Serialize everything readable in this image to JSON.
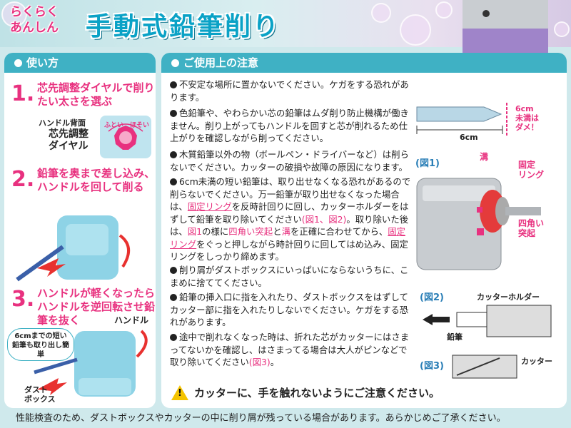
{
  "header": {
    "brand_line1": "らくらく",
    "brand_line2": "あんしん",
    "title": "手動式鉛筆削り"
  },
  "left": {
    "heading": "使い方",
    "steps": [
      {
        "num": "1.",
        "text": "芯先調整ダイヤルで削りたい太さを選ぶ"
      },
      {
        "num": "2.",
        "text": "鉛筆を奥まで差し込み、ハンドルを回して削る"
      },
      {
        "num": "3.",
        "text": "ハンドルが軽くなったらハンドルを逆回転させ鉛筆を抜く"
      }
    ],
    "dial_caption_small": "ハンドル背面",
    "dial_caption_line1": "芯先調整",
    "dial_caption_line2": "ダイヤル",
    "dial_thick": "ふとい",
    "dial_thin": "ほそい",
    "handle_label": "ハンドル",
    "bubble_text": "6cmまでの短い鉛筆も取り出し簡単",
    "dust_line1": "ダスト",
    "dust_line2": "ボックス"
  },
  "right": {
    "heading": "ご使用上の注意",
    "notices": [
      {
        "id": "n1",
        "parts": [
          {
            "t": "不安定な場所に置かないでください。ケガをする恐れがあります。"
          }
        ]
      },
      {
        "id": "n2",
        "parts": [
          {
            "t": "色鉛筆や、やわらかい芯の鉛筆はムダ削り防止機構が働きません。削り上がってもハンドルを回すと芯が削れるため仕上がりを確認しながら削ってください。"
          }
        ]
      },
      {
        "id": "n3",
        "parts": [
          {
            "t": "木質鉛筆以外の物（ボールペン・ドライバーなど）は削らないでください。カッターの破損や故障の原因になります。"
          }
        ]
      },
      {
        "id": "n4",
        "parts": [
          {
            "t": "6cm未満の短い鉛筆は、取り出せなくなる恐れがあるので削らないでください。万一鉛筆が取り出せなくなった場合は、"
          },
          {
            "t": "固定リング",
            "c": "hl-redu"
          },
          {
            "t": "を反時計回りに回し、カッターホルダーをはずして鉛筆を取り除いてください"
          },
          {
            "t": "(図1、図2)",
            "c": "hl-red"
          },
          {
            "t": "。取り除いた後は、"
          },
          {
            "t": "図1",
            "c": "hl-red"
          },
          {
            "t": "の様に"
          },
          {
            "t": "四角い突起",
            "c": "hl-red"
          },
          {
            "t": "と"
          },
          {
            "t": "溝",
            "c": "hl-red"
          },
          {
            "t": "を正確に合わせてから、"
          },
          {
            "t": "固定リング",
            "c": "hl-redu"
          },
          {
            "t": "をぐっと押しながら時計回りに回してはめ込み、固定リングをしっかり締めます。"
          }
        ]
      },
      {
        "id": "n5",
        "parts": [
          {
            "t": "削り屑がダストボックスにいっぱいにならないうちに、こまめに捨ててください。"
          }
        ]
      },
      {
        "id": "n6",
        "parts": [
          {
            "t": "鉛筆の挿入口に指を入れたり、ダストボックスをはずしてカッター部に指を入れたりしないでください。ケガをする恐れがあります。"
          }
        ]
      },
      {
        "id": "n7",
        "parts": [
          {
            "t": "途中で削れなくなった時は、折れた芯がカッターにはさまってないかを確認し、はさまってる場合は大人がピンなどで取り除いてください"
          },
          {
            "t": "(図3)",
            "c": "hl-red"
          },
          {
            "t": "。"
          }
        ]
      }
    ],
    "warning": "カッターに、手を触れないようにご注意ください。",
    "figures": {
      "length_label": "6cm",
      "length_note_line1": "6cm",
      "length_note_line2": "未満は",
      "length_note_line3": "ダメ！",
      "fig1_label": "(図1)",
      "groove_label": "溝",
      "ring_line1": "固定",
      "ring_line2": "リング",
      "tab_line1": "四角い",
      "tab_line2": "突起",
      "fig2_label": "(図2)",
      "holder_label": "カッターホルダー",
      "pencil_label": "鉛筆",
      "fig3_label": "(図3)",
      "cutter_label": "カッター"
    }
  },
  "footer": {
    "text": "性能検査のため、ダストボックスやカッターの中に削り屑が残っている場合があります。あらかじめご了承ください。"
  },
  "colors": {
    "accent_pink": "#e8317f",
    "accent_teal": "#3fb1c4",
    "title_blue": "#0aa2c6",
    "figure_blue": "#2b7fb7"
  }
}
